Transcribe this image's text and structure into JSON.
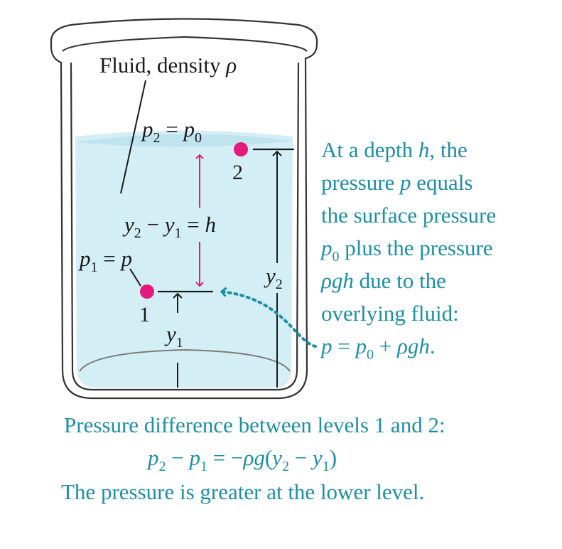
{
  "colors": {
    "fluid": "#d4eef6",
    "fluid_surface": "#bfe3ef",
    "accent_teal": "#1a8fa6",
    "point_magenta": "#e5197a",
    "ink": "#1a1a1a"
  },
  "beaker": {
    "fluid_label": {
      "main": "Fluid, density ",
      "sym": "ρ"
    },
    "point2": {
      "number": "2",
      "p": "p",
      "sub2": "2",
      "eq": " = ",
      "p0": "p",
      "sub0": "0"
    },
    "point1": {
      "number": "1",
      "p": "p",
      "sub1": "1",
      "eq": " = ",
      "rhs": "p"
    },
    "h_label": {
      "y2": "y",
      "sub2": "2",
      "minus": " − ",
      "y1": "y",
      "sub1": "1",
      "eq": " = ",
      "h": "h"
    },
    "y2_label": {
      "y": "y",
      "sub": "2"
    },
    "y1_label": {
      "y": "y",
      "sub": "1"
    }
  },
  "explanation": {
    "line1": {
      "a": "At a depth ",
      "h": "h",
      "b": ", the"
    },
    "line2": {
      "a": "pressure ",
      "p": "p",
      "b": " equals"
    },
    "line3": "the surface pressure",
    "line4": {
      "p": "p",
      "sub": "0",
      "b": " plus the pressure"
    },
    "line5": {
      "rho": "ρgh",
      "b": " due to the"
    },
    "line6": "overlying fluid:",
    "line7": {
      "p": "p",
      "eq": " = ",
      "p0": "p",
      "sub": "0",
      "plus": " + ",
      "rho": "ρgh",
      "dot": "."
    }
  },
  "caption": {
    "line1": "Pressure difference between levels 1 and 2:",
    "eq": {
      "p2": "p",
      "s2": "2",
      "minus": " − ",
      "p1": "p",
      "s1": "1",
      "eq": " = −",
      "rho": "ρg",
      "open": "(",
      "y2": "y",
      "sy2": "2",
      "m2": " − ",
      "y1": "y",
      "sy1": "1",
      "close": ")"
    },
    "line3": "The pressure is greater at the lower level."
  }
}
